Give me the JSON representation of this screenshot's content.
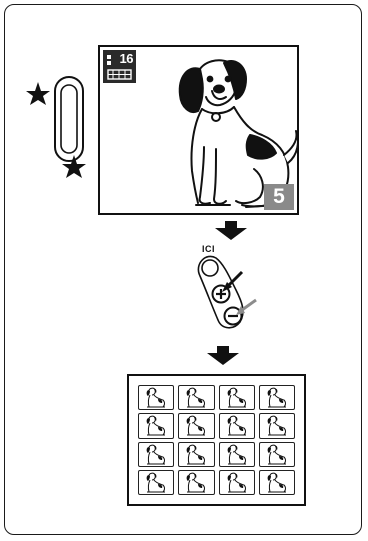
{
  "screen": {
    "mode_icon_label": "16",
    "frame_count": "5"
  },
  "zoom_control": {
    "indicator_label": "ICI",
    "plus_symbol": "+",
    "minus_symbol": "−"
  },
  "thumbnail_sheet": {
    "rows": 4,
    "columns": 4
  },
  "icons": [
    "star-icon",
    "dog-illustration",
    "arrow-down-icon",
    "pointer-arrow-icon"
  ],
  "colors": {
    "ink": "#111111",
    "label_bg": "#8a8a8a",
    "pointer_gray": "#8c8c8c"
  }
}
